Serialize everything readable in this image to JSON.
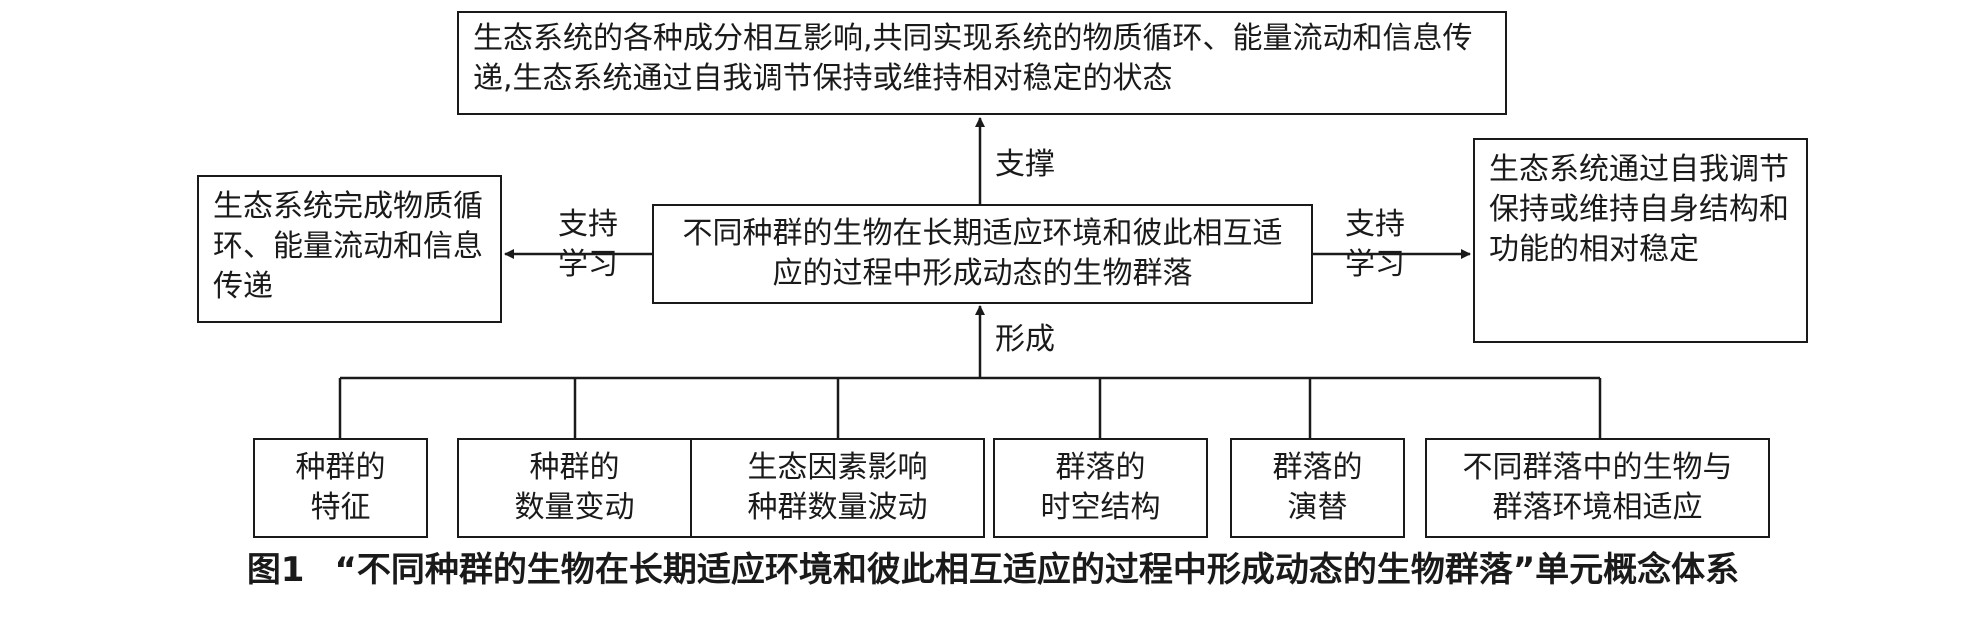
{
  "top_box": "生态系统的各种成分相互影响,共同实现系统的物质循环、能量流动和信息传递,生态系统通过自我调节保持或维持相对稳定的状态",
  "center_box": "不同种群的生物在长期适应环境和彼此相互适应的过程中形成动态的生物群落",
  "left_box": "生态系统完成物质循环、能量流动和信息传递",
  "right_box": "生态系统通过自我调节保持或维持自身结构和功能的相对稳定",
  "arrow_labels": {
    "up": "支撑",
    "left": "支持\n学习",
    "right": "支持\n学习",
    "form": "形成"
  },
  "bottom_boxes": [
    "种群的\n特征",
    "种群的\n数量变动",
    "生态因素影响\n种群数量波动",
    "群落的\n时空结构",
    "群落的\n演替",
    "不同群落中的生物与\n群落环境相适应"
  ],
  "caption": {
    "figure_no": "图1",
    "text": "“不同种群的生物在长期适应环境和彼此相互适应的过程中形成动态的生物群落”单元概念体系"
  }
}
